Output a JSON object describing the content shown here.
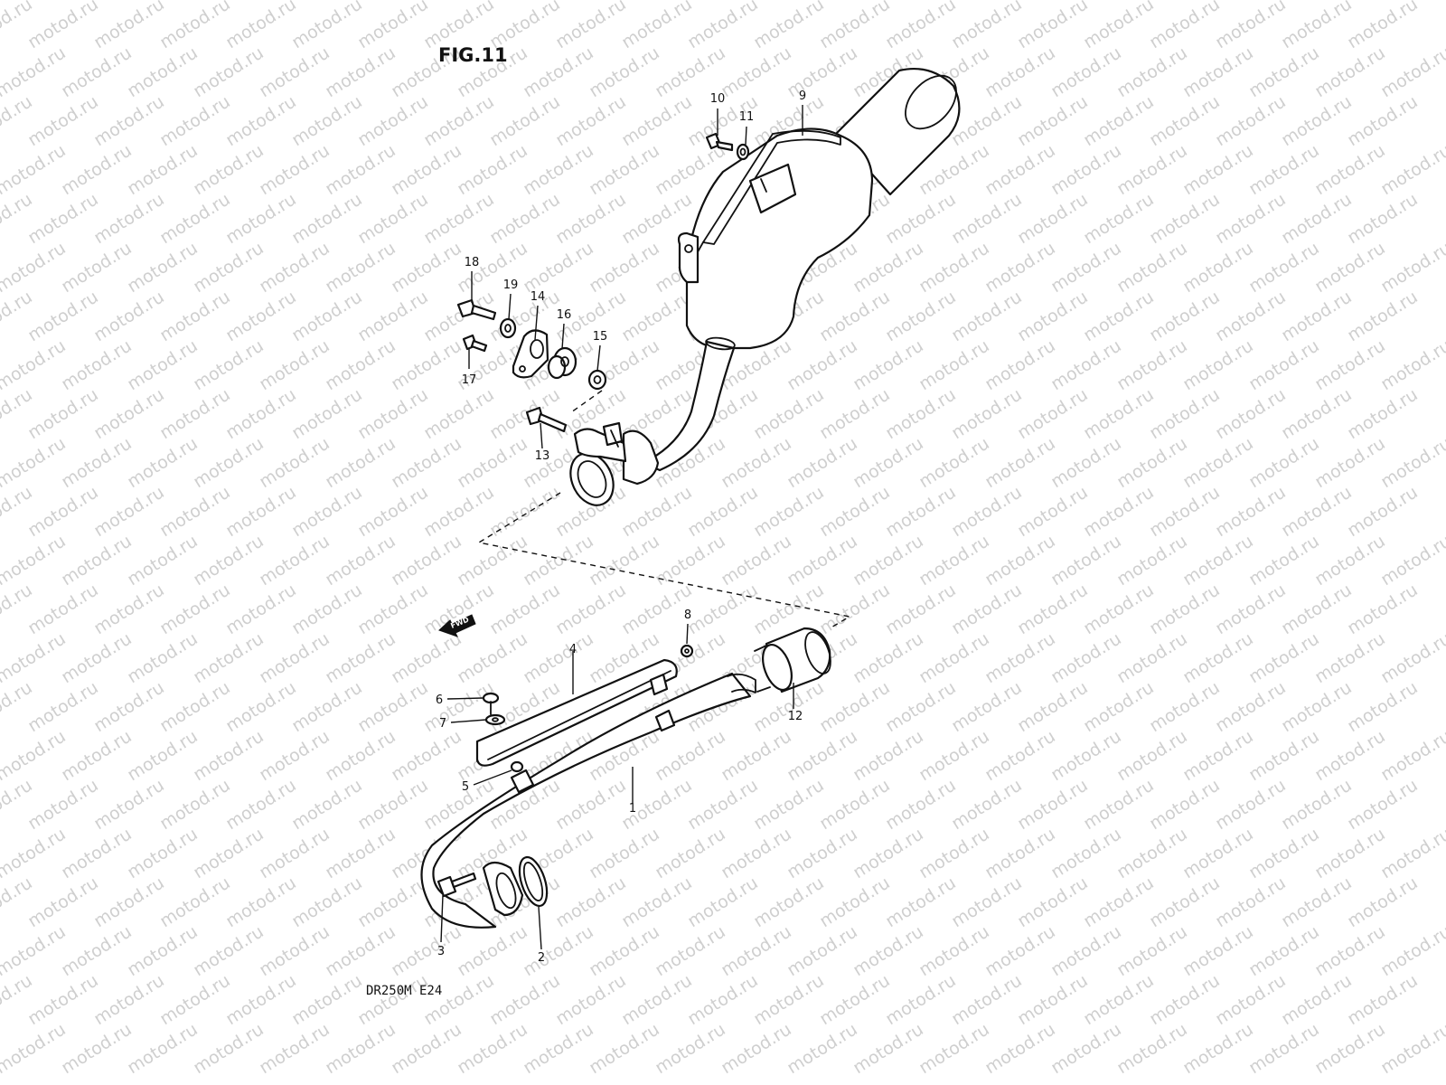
{
  "figure": {
    "title": "FIG.11",
    "model_code": "DR250M E24",
    "watermark": "motod.ru",
    "direction_label": "FWD"
  },
  "callouts": [
    {
      "part": "muffler",
      "number": "9"
    },
    {
      "part": "bolt-muffler-cover",
      "number": "10"
    },
    {
      "part": "washer-muffler-cover",
      "number": "11"
    },
    {
      "part": "bolt-mount",
      "number": "18"
    },
    {
      "part": "washer-mount",
      "number": "19"
    },
    {
      "part": "mount-bracket",
      "number": "14"
    },
    {
      "part": "bushing",
      "number": "16"
    },
    {
      "part": "collar-washer",
      "number": "15"
    },
    {
      "part": "bolt-bracket",
      "number": "17"
    },
    {
      "part": "clamp-bolt",
      "number": "13"
    },
    {
      "part": "exhaust-pipe-bolt",
      "number": "8"
    },
    {
      "part": "heat-shield",
      "number": "4"
    },
    {
      "part": "shield-screw",
      "number": "6"
    },
    {
      "part": "shield-washer",
      "number": "7"
    },
    {
      "part": "shield-clip",
      "number": "5"
    },
    {
      "part": "exhaust-pipe",
      "number": "1"
    },
    {
      "part": "connector-pipe",
      "number": "12"
    },
    {
      "part": "stud-bolt",
      "number": "3"
    },
    {
      "part": "gasket",
      "number": "2"
    }
  ]
}
